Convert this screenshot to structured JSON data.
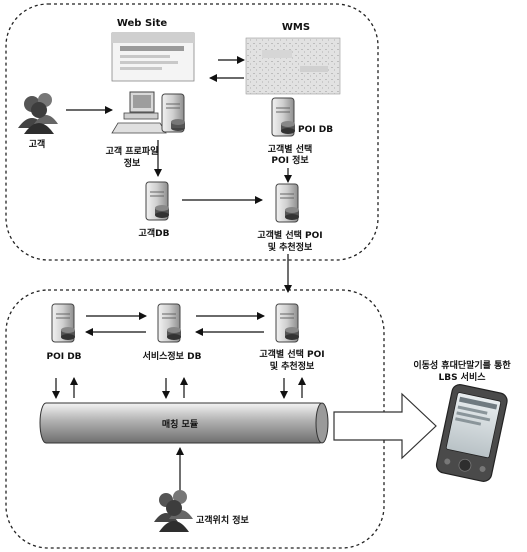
{
  "top": {
    "website_label": "Web Site",
    "wms_label": "WMS",
    "customer_label": "고객",
    "profile_label_line1": "고객 프로파일",
    "profile_label_line2": "정보",
    "poi_db_label": "POI DB",
    "selected_poi_line1": "고객별 선택",
    "selected_poi_line2": "POI 정보",
    "customer_db_label": "고객DB",
    "recommend_line1": "고객별 선택 POI",
    "recommend_line2": "및 추천정보"
  },
  "bottom": {
    "poi_db_label": "POI DB",
    "service_db_label": "서비스정보 DB",
    "recommend_line1": "고객별 선택 POI",
    "recommend_line2": "및 추천정보",
    "module_label": "매칭 모듈",
    "location_label": "고객위치 정보"
  },
  "right": {
    "caption_line1": "이동성 휴대단말기를 통한",
    "caption_line2": "LBS 서비스"
  }
}
